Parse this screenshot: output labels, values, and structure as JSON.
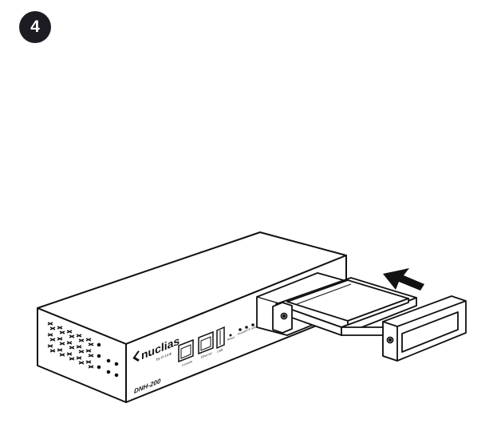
{
  "step": {
    "number": "4"
  },
  "device": {
    "brand": "nuclias",
    "brand_sub": "by D-Link",
    "model": "DNH-200",
    "port_labels": [
      "Console",
      "Ethernet",
      "USB"
    ],
    "led_labels": [
      "Reset",
      "Power",
      "SYS",
      "SSD"
    ]
  },
  "icons": {
    "arrow": "arrow-icon",
    "brand_mark": "chevron-left-icon"
  }
}
